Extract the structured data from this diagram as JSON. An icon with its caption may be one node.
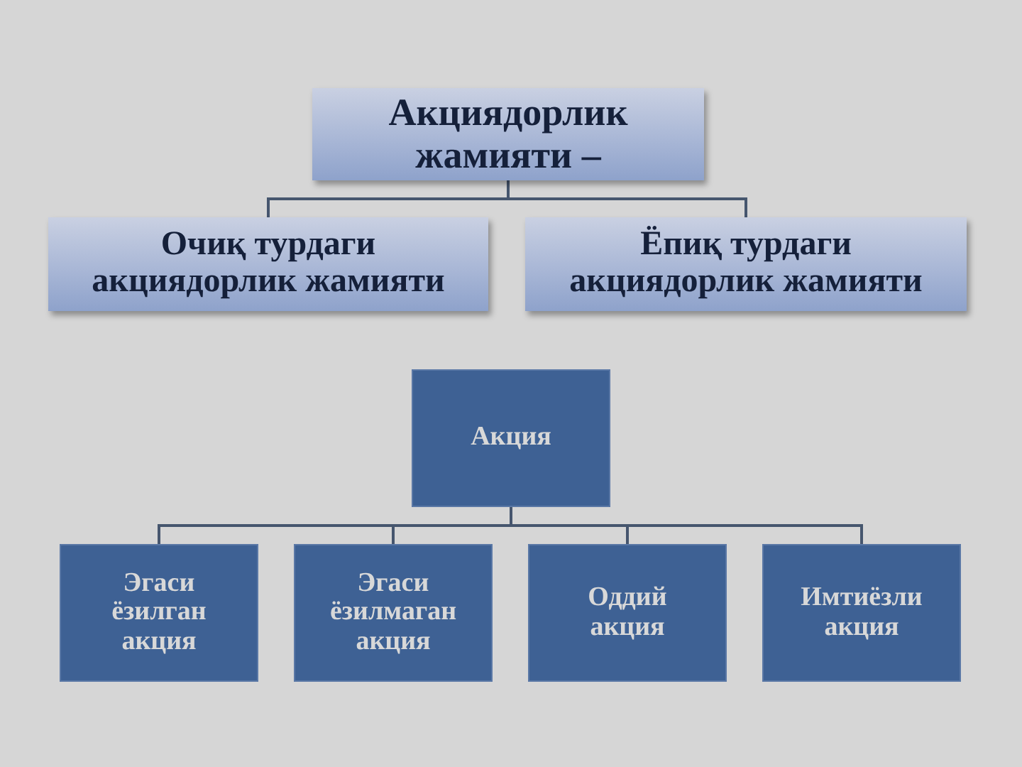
{
  "diagram": {
    "nodes": [
      {
        "text": [
          "Акциядорлик жамияти –"
        ]
      },
      {
        "text": [
          "Очиқ турдаги акциядорлик жамияти"
        ]
      },
      {
        "text": [
          "Ёпиқ турдаги акциядорлик жамияти"
        ]
      },
      {
        "text": [
          "Акция"
        ]
      },
      {
        "text": [
          "Эгаси ёзилган акция"
        ]
      },
      {
        "text": [
          "Эгаси ёзилмаган акция"
        ]
      },
      {
        "text": [
          "Оддий акция"
        ]
      },
      {
        "text": [
          "Имтиёзли акция"
        ]
      }
    ],
    "edges": [
      {
        "from": 0,
        "to": 1,
        "arrow": "none"
      },
      {
        "from": 0,
        "to": 2,
        "arrow": "none"
      },
      {
        "from": 3,
        "to": 4,
        "arrow": "none"
      },
      {
        "from": 3,
        "to": 5,
        "arrow": "none"
      },
      {
        "from": 3,
        "to": 6,
        "arrow": "none"
      },
      {
        "from": 3,
        "to": 7,
        "arrow": "none"
      }
    ]
  }
}
